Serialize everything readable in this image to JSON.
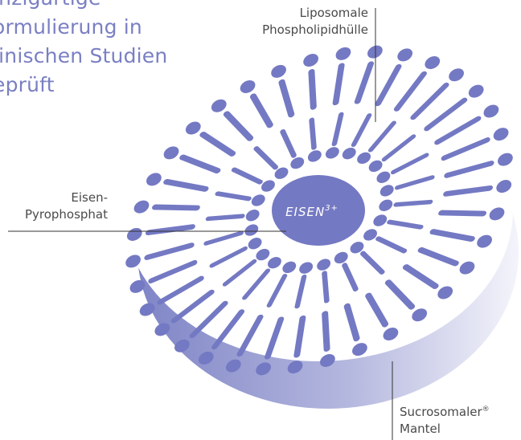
{
  "headline": {
    "lines": [
      "inzigartige",
      "ormulierung in",
      "linischen Studien",
      "eprüft"
    ]
  },
  "labels": {
    "liposome": {
      "line1": "Liposomale",
      "line2": "Phospholipidhülle"
    },
    "eisen": {
      "line1": "Eisen-",
      "line2": "Pyrophosphat"
    },
    "mantel": {
      "line1_text": "Sucrosomaler",
      "line1_mark": "®",
      "line2": "Mantel"
    }
  },
  "core": {
    "label": "EISEN",
    "superscript": "3+"
  },
  "colors": {
    "headline": "#7a7fc4",
    "particle": "#7479c3",
    "mantel_dark": "#7f85c6",
    "mantel_light": "#f4f4fb",
    "label_text": "#4a4a4a",
    "leader_line": "#333333"
  }
}
